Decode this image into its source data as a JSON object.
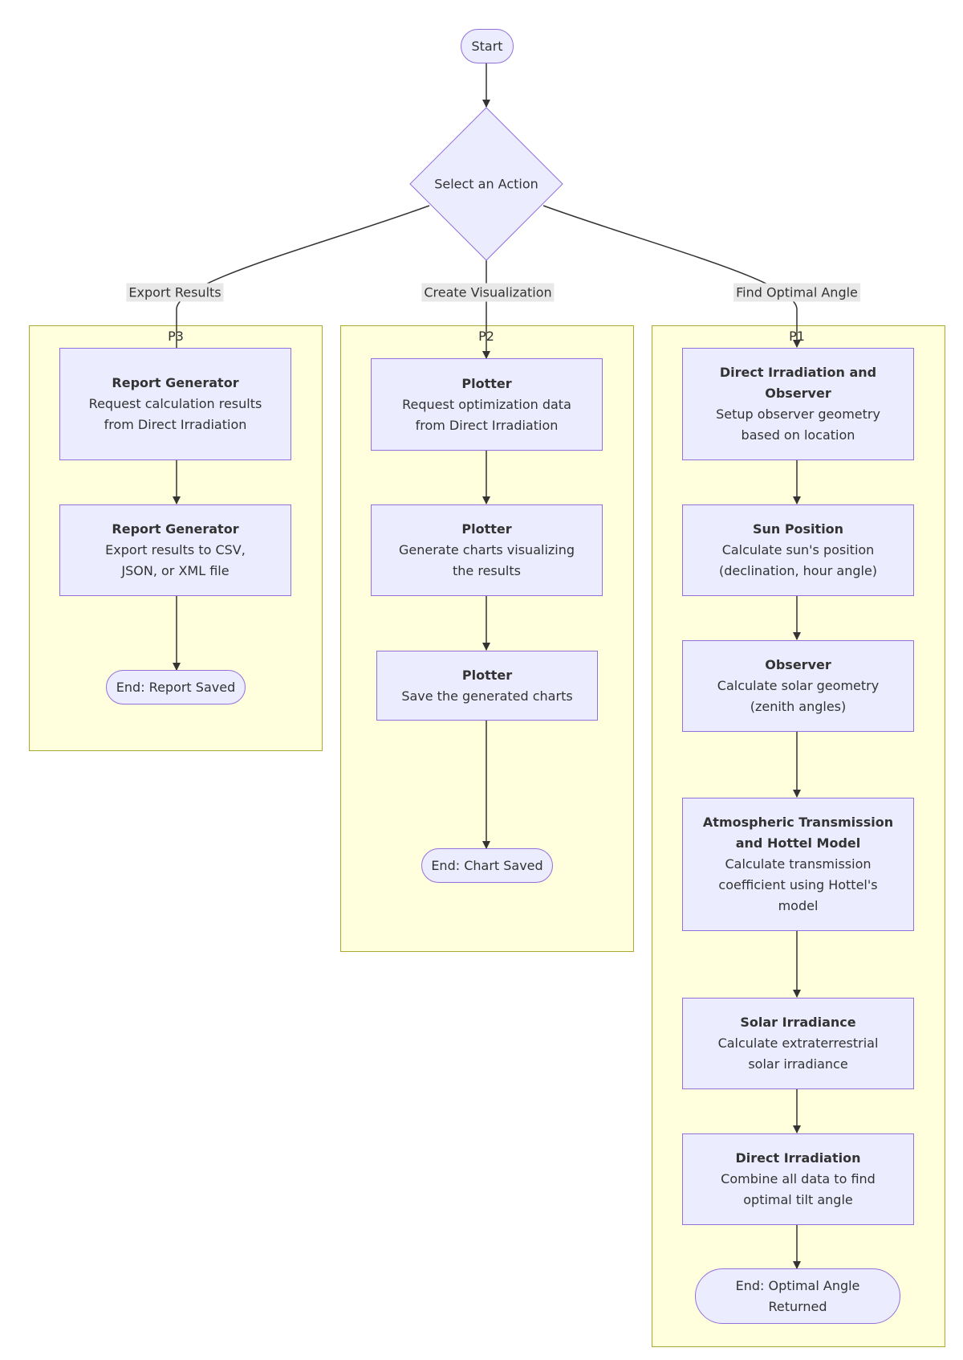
{
  "start": "Start",
  "decision": "Select an Action",
  "edge_labels": {
    "export": "Export Results",
    "visualize": "Create Visualization",
    "optimal": "Find Optimal Angle"
  },
  "clusters": {
    "p3": "P3",
    "p2": "P2",
    "p1": "P1"
  },
  "p3": {
    "n1": {
      "title": "Report Generator",
      "desc": "Request calculation results\nfrom Direct Irradiation"
    },
    "n2": {
      "title": "Report Generator",
      "desc": "Export results to CSV,\nJSON, or XML file"
    },
    "end": "End: Report Saved"
  },
  "p2": {
    "n1": {
      "title": "Plotter",
      "desc": "Request optimization data\nfrom Direct Irradiation"
    },
    "n2": {
      "title": "Plotter",
      "desc": "Generate charts visualizing\nthe results"
    },
    "n3": {
      "title": "Plotter",
      "desc": "Save the generated charts"
    },
    "end": "End: Chart Saved"
  },
  "p1": {
    "n1": {
      "title": "Direct Irradiation and\nObserver",
      "desc": "Setup observer geometry\nbased on location"
    },
    "n2": {
      "title": "Sun Position",
      "desc": "Calculate sun's position\n(declination, hour angle)"
    },
    "n3": {
      "title": "Observer",
      "desc": "Calculate solar geometry\n(zenith angles)"
    },
    "n4": {
      "title": "Atmospheric Transmission\nand Hottel Model",
      "desc": "Calculate transmission\ncoefficient using Hottel's\nmodel"
    },
    "n5": {
      "title": "Solar Irradiance",
      "desc": "Calculate extraterrestrial\nsolar irradiance"
    },
    "n6": {
      "title": "Direct Irradiation",
      "desc": "Combine all data to find\noptimal tilt angle"
    },
    "end": "End: Optimal Angle\nReturned"
  }
}
